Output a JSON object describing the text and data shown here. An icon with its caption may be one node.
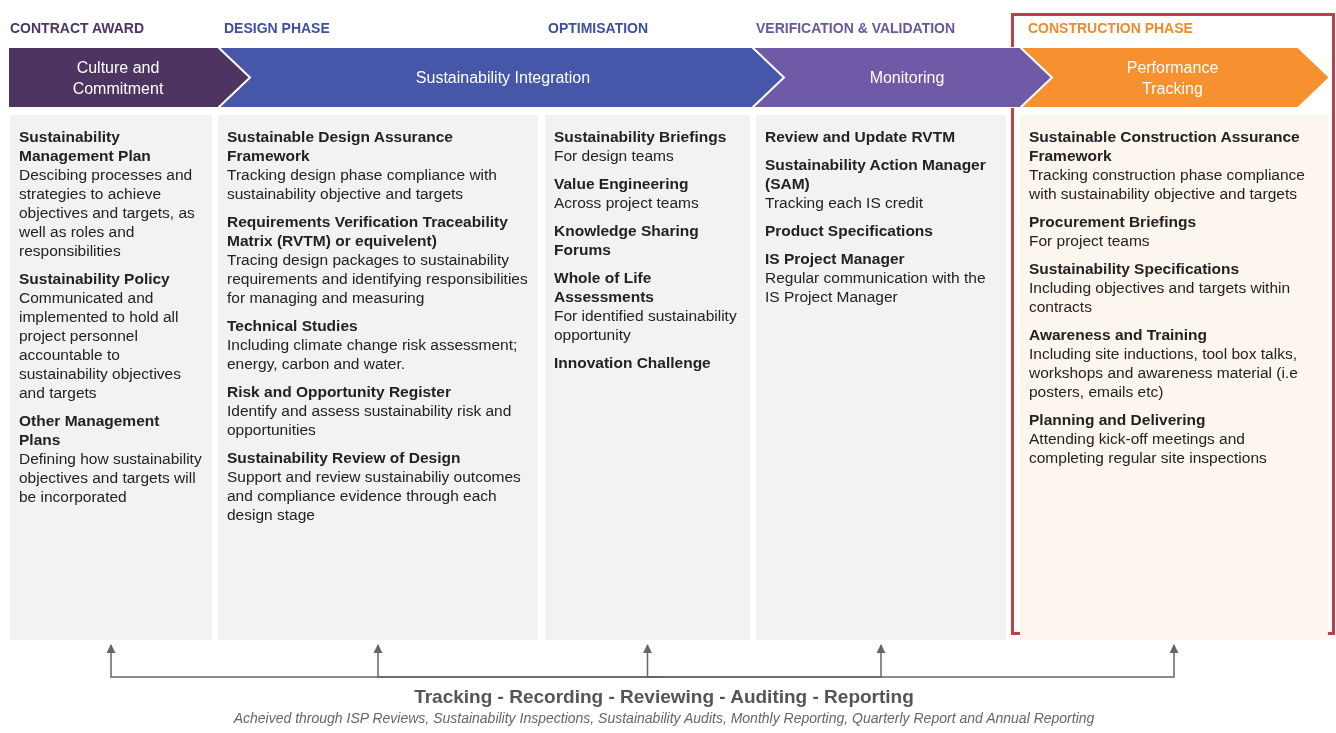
{
  "diagram": {
    "nodes": [
      {
        "text": [
          "CONTRACT AWARD",
          "Culture and Commitment"
        ]
      },
      {
        "text": [
          "DESIGN PHASE",
          "OPTIMISATION",
          "Sustainability Integration"
        ]
      },
      {
        "text": [
          "VERIFICATION & VALIDATION",
          "Monitoring"
        ]
      },
      {
        "text": [
          "CONSTRUCTION PHASE",
          "Performance Tracking"
        ]
      },
      {
        "text": [
          "Sustainability Management Plan",
          "Descibing processes and strategies to achieve objectives and targets, as well as roles and responsibilities",
          "Sustainability Policy",
          "Communicated and implemented to hold all project personnel accountable to sustainability objectives and targets",
          "Other Management Plans",
          "Defining how sustainability objectives and targets will be incorporated"
        ]
      },
      {
        "text": [
          "Sustainable Design Assurance Framework",
          "Tracking design phase compliance with sustainability objective and targets",
          "Requirements Verification Traceability Matrix (RVTM) or equivelent)",
          "Tracing design packages to sustainability requirements and identifying responsibilities for managing and measuring",
          "Technical Studies",
          "Including climate change risk assessment; energy, carbon and water.",
          "Risk and Opportunity Register",
          "Identify and assess sustainability risk and opportunities",
          "Sustainability Review of Design",
          "Support and review sustainabiliy outcomes and compliance evidence through each design stage"
        ]
      },
      {
        "text": [
          "Sustainability Briefings",
          "For design teams",
          "Value Engineering",
          "Across project teams",
          "Knowledge Sharing Forums",
          "Whole of Life Assessments",
          "For identified sustainability opportunity",
          "Innovation Challenge"
        ]
      },
      {
        "text": [
          "Review and Update RVTM",
          "Sustainability Action Manager (SAM)",
          "Tracking each IS credit",
          "Product Specifications",
          "IS Project Manager",
          "Regular communication with the IS Project Manager"
        ]
      },
      {
        "text": [
          "Sustainable Construction Assurance Framework",
          "Tracking construction phase compliance with sustainability objective and targets",
          "Procurement Briefings",
          "For project teams",
          "Sustainability Specifications",
          "Including objectives and targets within contracts",
          "Awareness and Training",
          "Including site inductions, tool box talks, workshops and awareness material (i.e posters, emails etc)",
          "Planning and Delivering",
          "Attending kick-off meetings and completing regular site inspections"
        ]
      },
      {
        "text": [
          "Tracking - Recording - Reviewing - Auditing - Reporting",
          "Acheived through ISP Reviews, Sustainability Inspections, Sustainability Audits, Monthly Reporting, Quarterly Report and Annual Reporting"
        ]
      }
    ],
    "edges": [
      {
        "from": 9,
        "to": 4,
        "arrow": "to"
      },
      {
        "from": 9,
        "to": 5,
        "arrow": "to"
      },
      {
        "from": 9,
        "to": 6,
        "arrow": "to"
      },
      {
        "from": 9,
        "to": 7,
        "arrow": "to"
      },
      {
        "from": 9,
        "to": 8,
        "arrow": "to"
      }
    ]
  }
}
